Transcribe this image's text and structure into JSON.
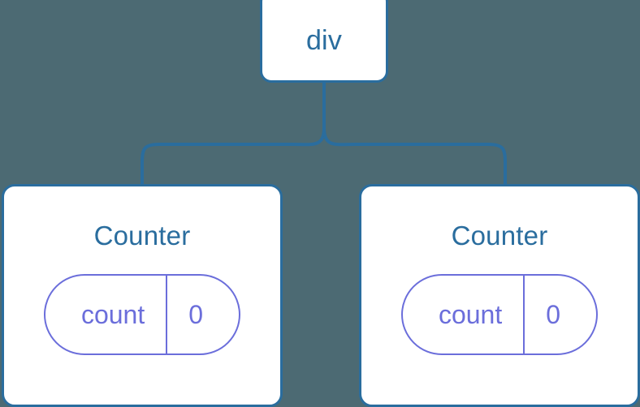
{
  "diagram": {
    "type": "component-tree",
    "background_color": "#4c6a73",
    "node_border_color": "#2a6d9e",
    "node_fill_color": "#ffffff",
    "node_label_color": "#2a6d9e",
    "state_pill_color": "#6b6edb",
    "connector_color": "#2a6d9e",
    "root": {
      "label": "div"
    },
    "children": [
      {
        "label": "Counter",
        "state": {
          "key": "count",
          "value": "0"
        }
      },
      {
        "label": "Counter",
        "state": {
          "key": "count",
          "value": "0"
        }
      }
    ]
  }
}
